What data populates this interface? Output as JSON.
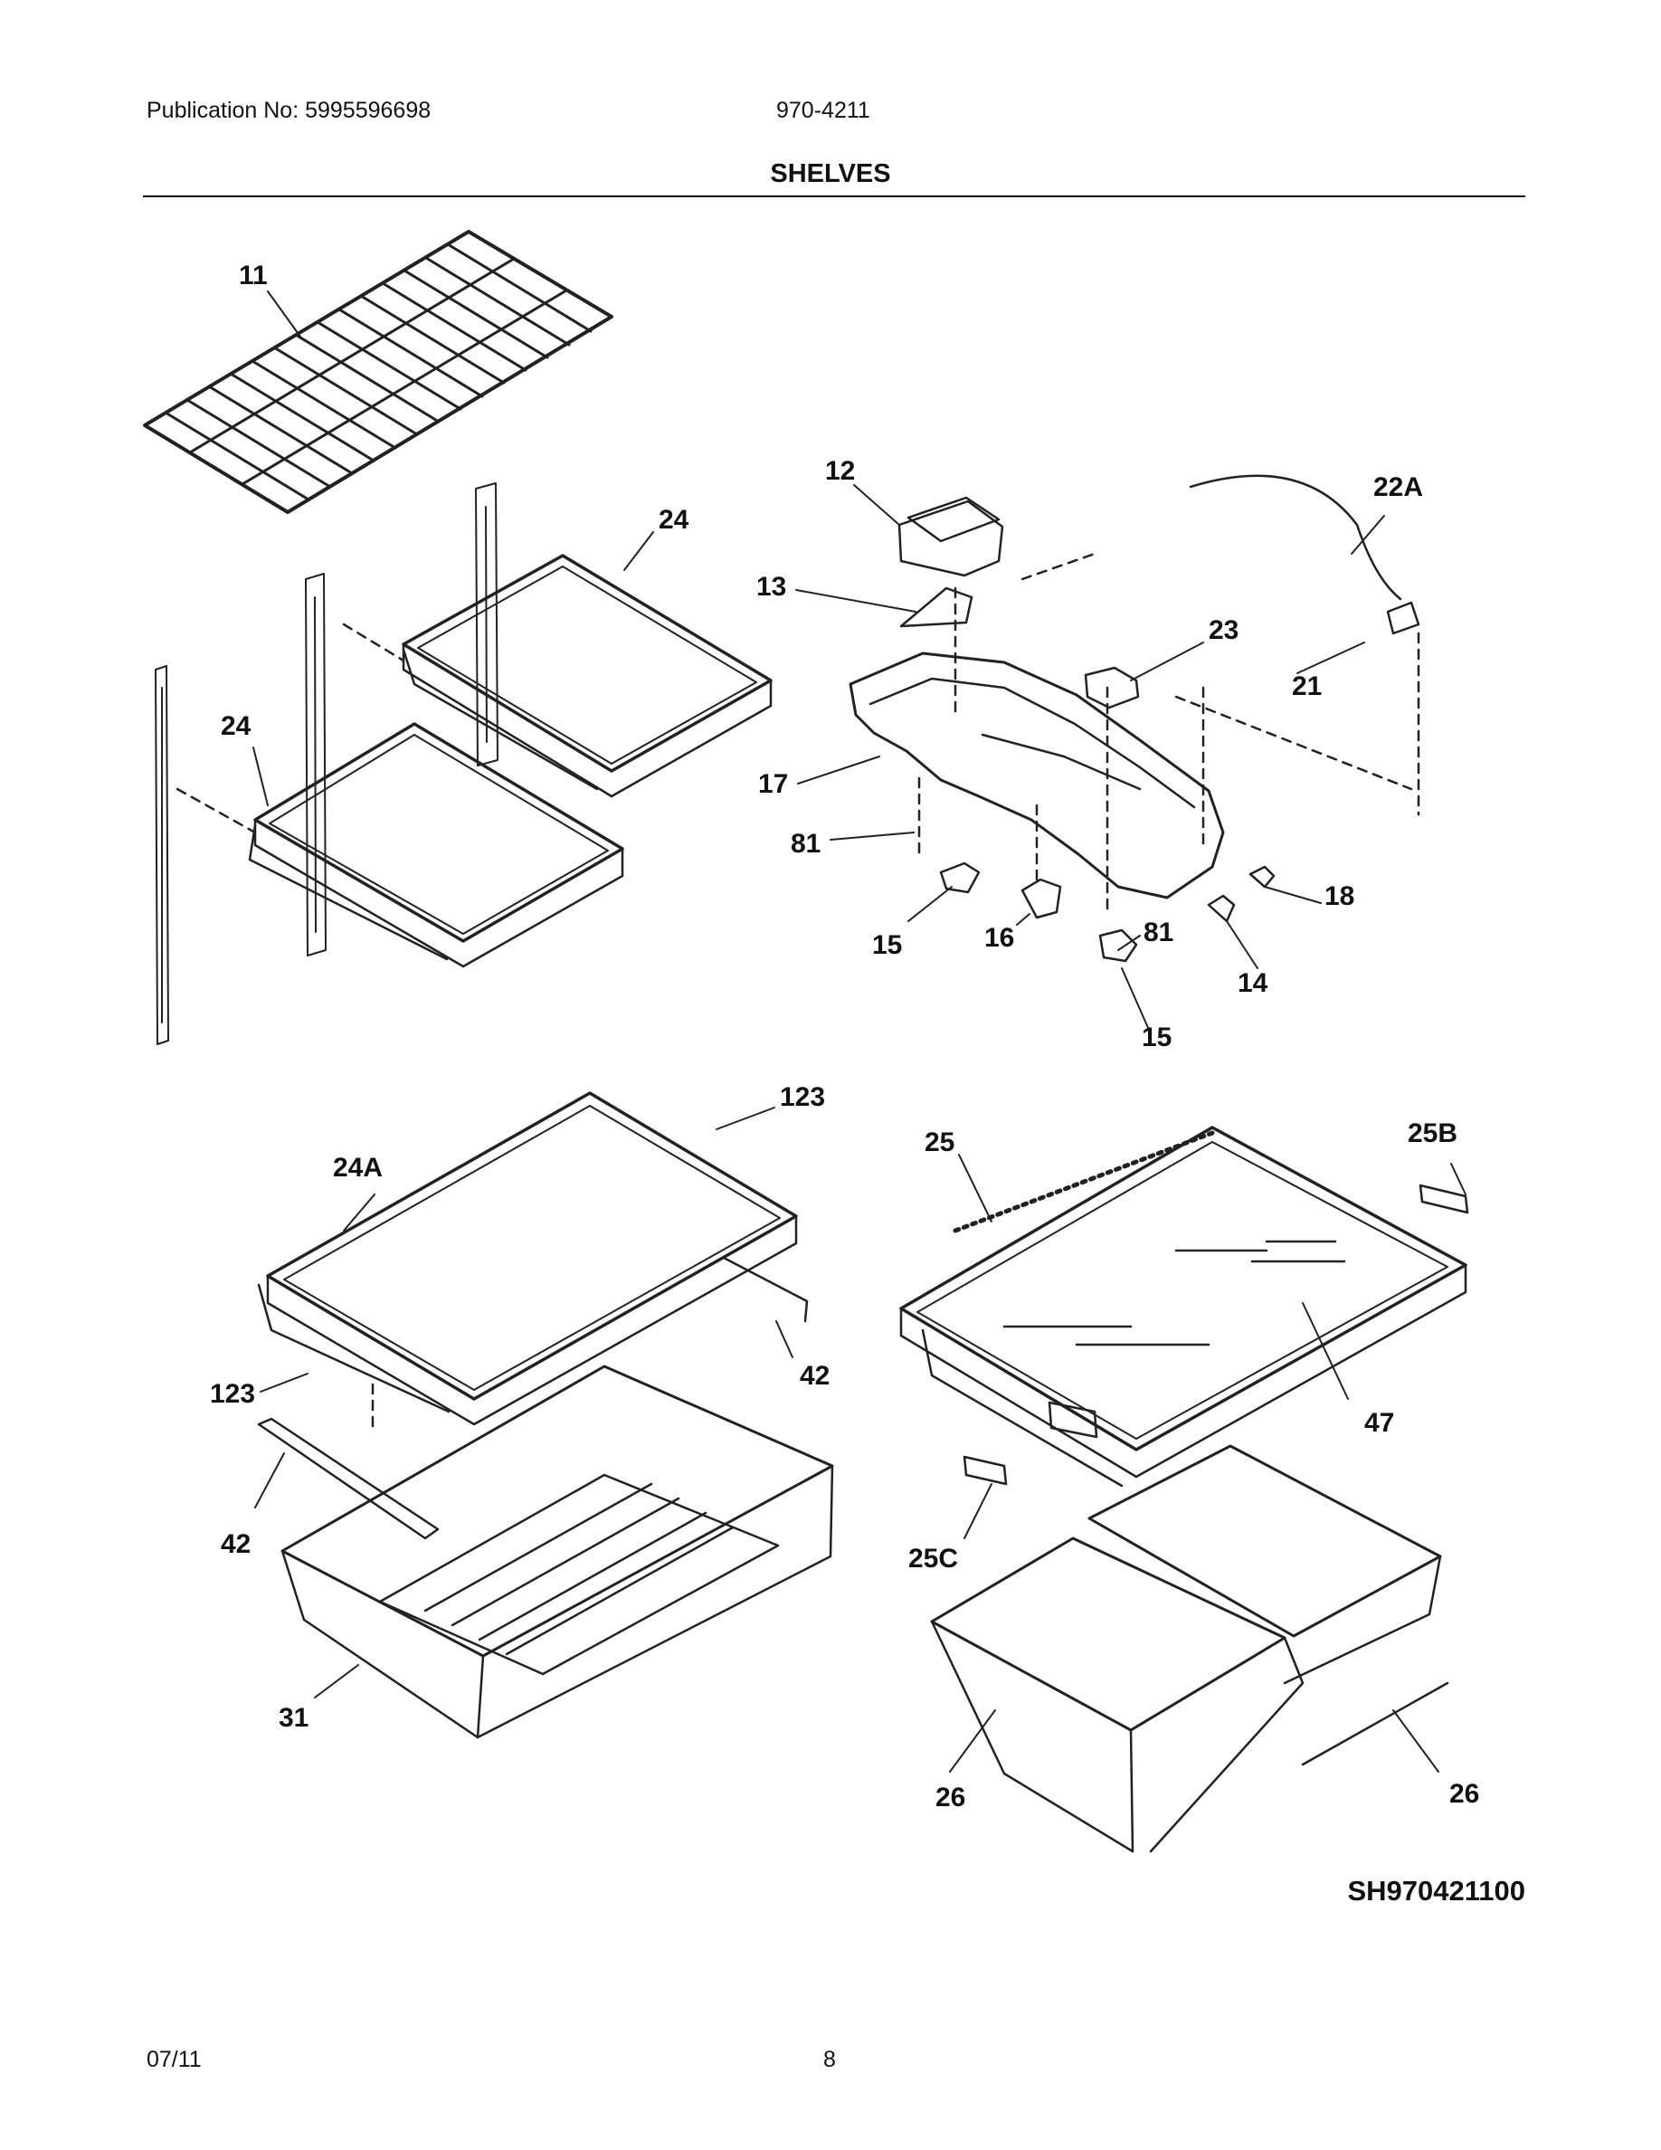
{
  "header": {
    "publication": "Publication No: 5995596698",
    "model": "970-4211",
    "title": "SHELVES"
  },
  "callouts": {
    "c11": "11",
    "c12": "12",
    "c22a": "22A",
    "c24_top": "24",
    "c13": "13",
    "c23": "23",
    "c21": "21",
    "c24_mid": "24",
    "c17": "17",
    "c81_left": "81",
    "c18": "18",
    "c15_left": "15",
    "c16": "16",
    "c81_right": "81",
    "c14": "14",
    "c15_right": "15",
    "c123_top": "123",
    "c25": "25",
    "c25b": "25B",
    "c24a": "24A",
    "c42_right": "42",
    "c123_left": "123",
    "c47": "47",
    "c42_left": "42",
    "c25c": "25C",
    "c31": "31",
    "c26_left": "26",
    "c26_right": "26"
  },
  "figure_code": "SH970421100",
  "footer": {
    "date": "07/11",
    "page": "8"
  }
}
